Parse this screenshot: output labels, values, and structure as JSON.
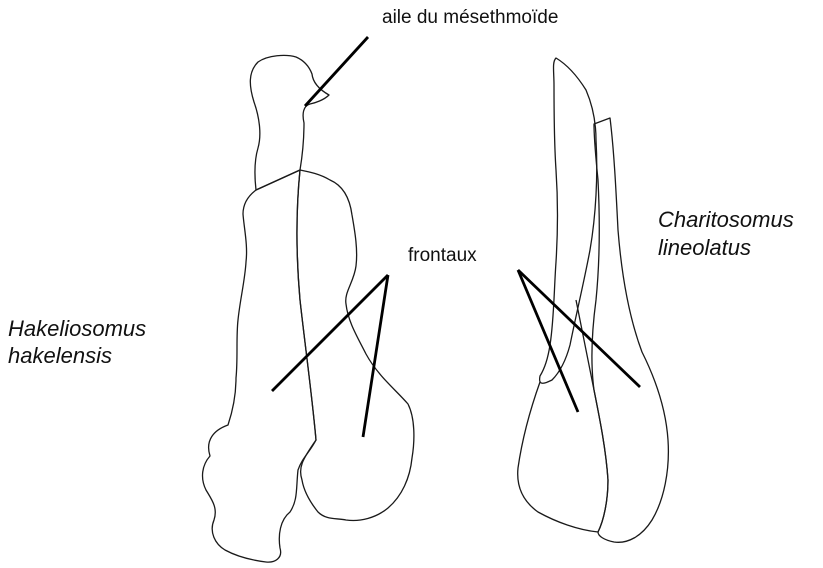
{
  "labels": {
    "mesethmoid_wing": "aile du mésethmoïde",
    "frontals": "frontaux"
  },
  "species": {
    "left": {
      "genus": "Hakeliosomus",
      "species": "hakelensis"
    },
    "right": {
      "genus": "Charitosomus",
      "species": "lineolatus"
    }
  }
}
